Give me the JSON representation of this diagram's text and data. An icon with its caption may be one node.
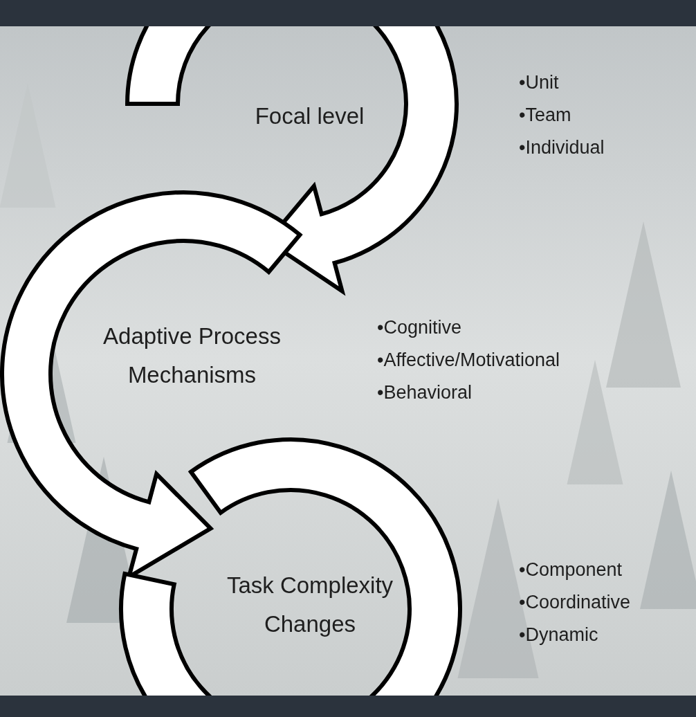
{
  "diagram": {
    "nodes": [
      {
        "text": [
          "Focal level"
        ],
        "beside": [
          "•Unit",
          "•Team",
          "•Individual"
        ]
      },
      {
        "text": [
          "Adaptive Process Mechanisms"
        ],
        "beside": [
          "•Cognitive",
          "•Affective/Motivational",
          "•Behavioral"
        ]
      },
      {
        "text": [
          "Task Complexity Changes"
        ],
        "beside": [
          "•Component",
          "•Coordinative",
          "•Dynamic"
        ]
      }
    ],
    "edges": [
      {
        "from": 0,
        "to": 1,
        "arrow": "to"
      },
      {
        "from": 1,
        "to": 2,
        "arrow": "to"
      },
      {
        "from": 2,
        "to": null,
        "arrow": "none"
      }
    ]
  }
}
